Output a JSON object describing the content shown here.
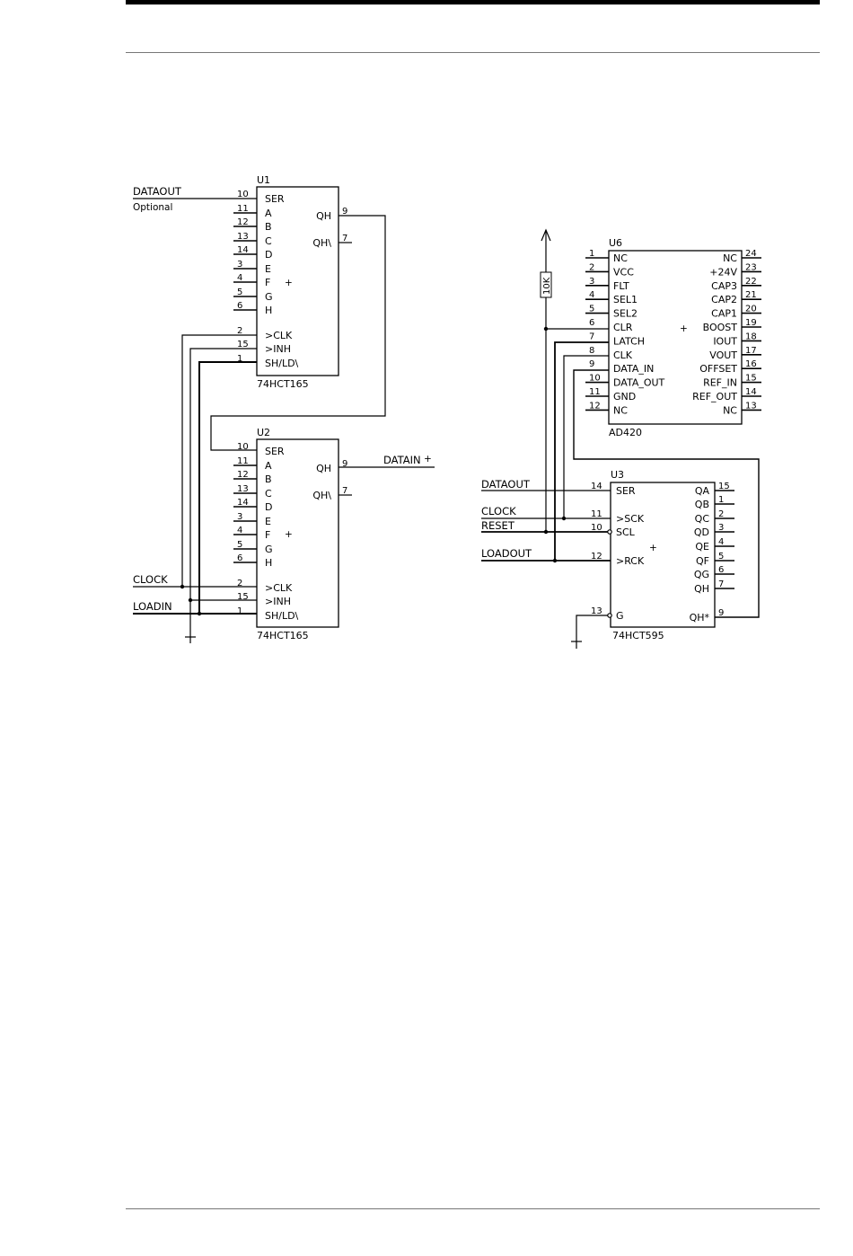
{
  "schematic": {
    "U1": {
      "ref": "U1",
      "part": "74HCT165",
      "pins_left": [
        {
          "num": "10",
          "name": "SER"
        },
        {
          "num": "11",
          "name": "A"
        },
        {
          "num": "12",
          "name": "B"
        },
        {
          "num": "13",
          "name": "C"
        },
        {
          "num": "14",
          "name": "D"
        },
        {
          "num": "3",
          "name": "E"
        },
        {
          "num": "4",
          "name": "F"
        },
        {
          "num": "5",
          "name": "G"
        },
        {
          "num": "6",
          "name": "H"
        },
        {
          "num": "2",
          "name": ">CLK"
        },
        {
          "num": "15",
          "name": ">INH"
        },
        {
          "num": "1",
          "name": "SH/LD\\"
        }
      ],
      "pins_right": [
        {
          "num": "9",
          "name": "QH"
        },
        {
          "num": "7",
          "name": "QH\\"
        }
      ]
    },
    "U2": {
      "ref": "U2",
      "part": "74HCT165",
      "pins_left": [
        {
          "num": "10",
          "name": "SER"
        },
        {
          "num": "11",
          "name": "A"
        },
        {
          "num": "12",
          "name": "B"
        },
        {
          "num": "13",
          "name": "C"
        },
        {
          "num": "14",
          "name": "D"
        },
        {
          "num": "3",
          "name": "E"
        },
        {
          "num": "4",
          "name": "F"
        },
        {
          "num": "5",
          "name": "G"
        },
        {
          "num": "6",
          "name": "H"
        },
        {
          "num": "2",
          "name": ">CLK"
        },
        {
          "num": "15",
          "name": ">INH"
        },
        {
          "num": "1",
          "name": "SH/LD\\"
        }
      ],
      "pins_right": [
        {
          "num": "9",
          "name": "QH"
        },
        {
          "num": "7",
          "name": "QH\\"
        }
      ]
    },
    "U6": {
      "ref": "U6",
      "part": "AD420",
      "pins_left": [
        {
          "num": "1",
          "name": "NC"
        },
        {
          "num": "2",
          "name": "VCC"
        },
        {
          "num": "3",
          "name": "FLT"
        },
        {
          "num": "4",
          "name": "SEL1"
        },
        {
          "num": "5",
          "name": "SEL2"
        },
        {
          "num": "6",
          "name": "CLR"
        },
        {
          "num": "7",
          "name": "LATCH"
        },
        {
          "num": "8",
          "name": "CLK"
        },
        {
          "num": "9",
          "name": "DATA_IN"
        },
        {
          "num": "10",
          "name": "DATA_OUT"
        },
        {
          "num": "11",
          "name": "GND"
        },
        {
          "num": "12",
          "name": "NC"
        }
      ],
      "pins_right": [
        {
          "num": "24",
          "name": "NC"
        },
        {
          "num": "23",
          "name": "+24V"
        },
        {
          "num": "22",
          "name": "CAP3"
        },
        {
          "num": "21",
          "name": "CAP2"
        },
        {
          "num": "20",
          "name": "CAP1"
        },
        {
          "num": "19",
          "name": "BOOST"
        },
        {
          "num": "18",
          "name": "IOUT"
        },
        {
          "num": "17",
          "name": "VOUT"
        },
        {
          "num": "16",
          "name": "OFFSET"
        },
        {
          "num": "15",
          "name": "REF_IN"
        },
        {
          "num": "14",
          "name": "REF_OUT"
        },
        {
          "num": "13",
          "name": "NC"
        }
      ]
    },
    "U3": {
      "ref": "U3",
      "part": "74HCT595",
      "pins_left": [
        {
          "num": "14",
          "name": "SER"
        },
        {
          "num": "11",
          "name": ">SCK"
        },
        {
          "num": "10",
          "name": "SCL"
        },
        {
          "num": "12",
          "name": ">RCK"
        },
        {
          "num": "13",
          "name": "G"
        }
      ],
      "pins_right": [
        {
          "num": "15",
          "name": "QA"
        },
        {
          "num": "1",
          "name": "QB"
        },
        {
          "num": "2",
          "name": "QC"
        },
        {
          "num": "3",
          "name": "QD"
        },
        {
          "num": "4",
          "name": "QE"
        },
        {
          "num": "5",
          "name": "QF"
        },
        {
          "num": "6",
          "name": "QG"
        },
        {
          "num": "7",
          "name": "QH"
        },
        {
          "num": "9",
          "name": "QH*"
        }
      ]
    },
    "plus_marker": "+",
    "resistor": "10K",
    "nets": {
      "dataout_u1": "DATAOUT",
      "optional": "Optional",
      "clock_u2": "CLOCK",
      "loadin": "LOADIN",
      "datain": "DATAIN",
      "dataout_u3": "DATAOUT",
      "clock_u3": "CLOCK",
      "reset": "RESET",
      "loadout": "LOADOUT"
    }
  }
}
